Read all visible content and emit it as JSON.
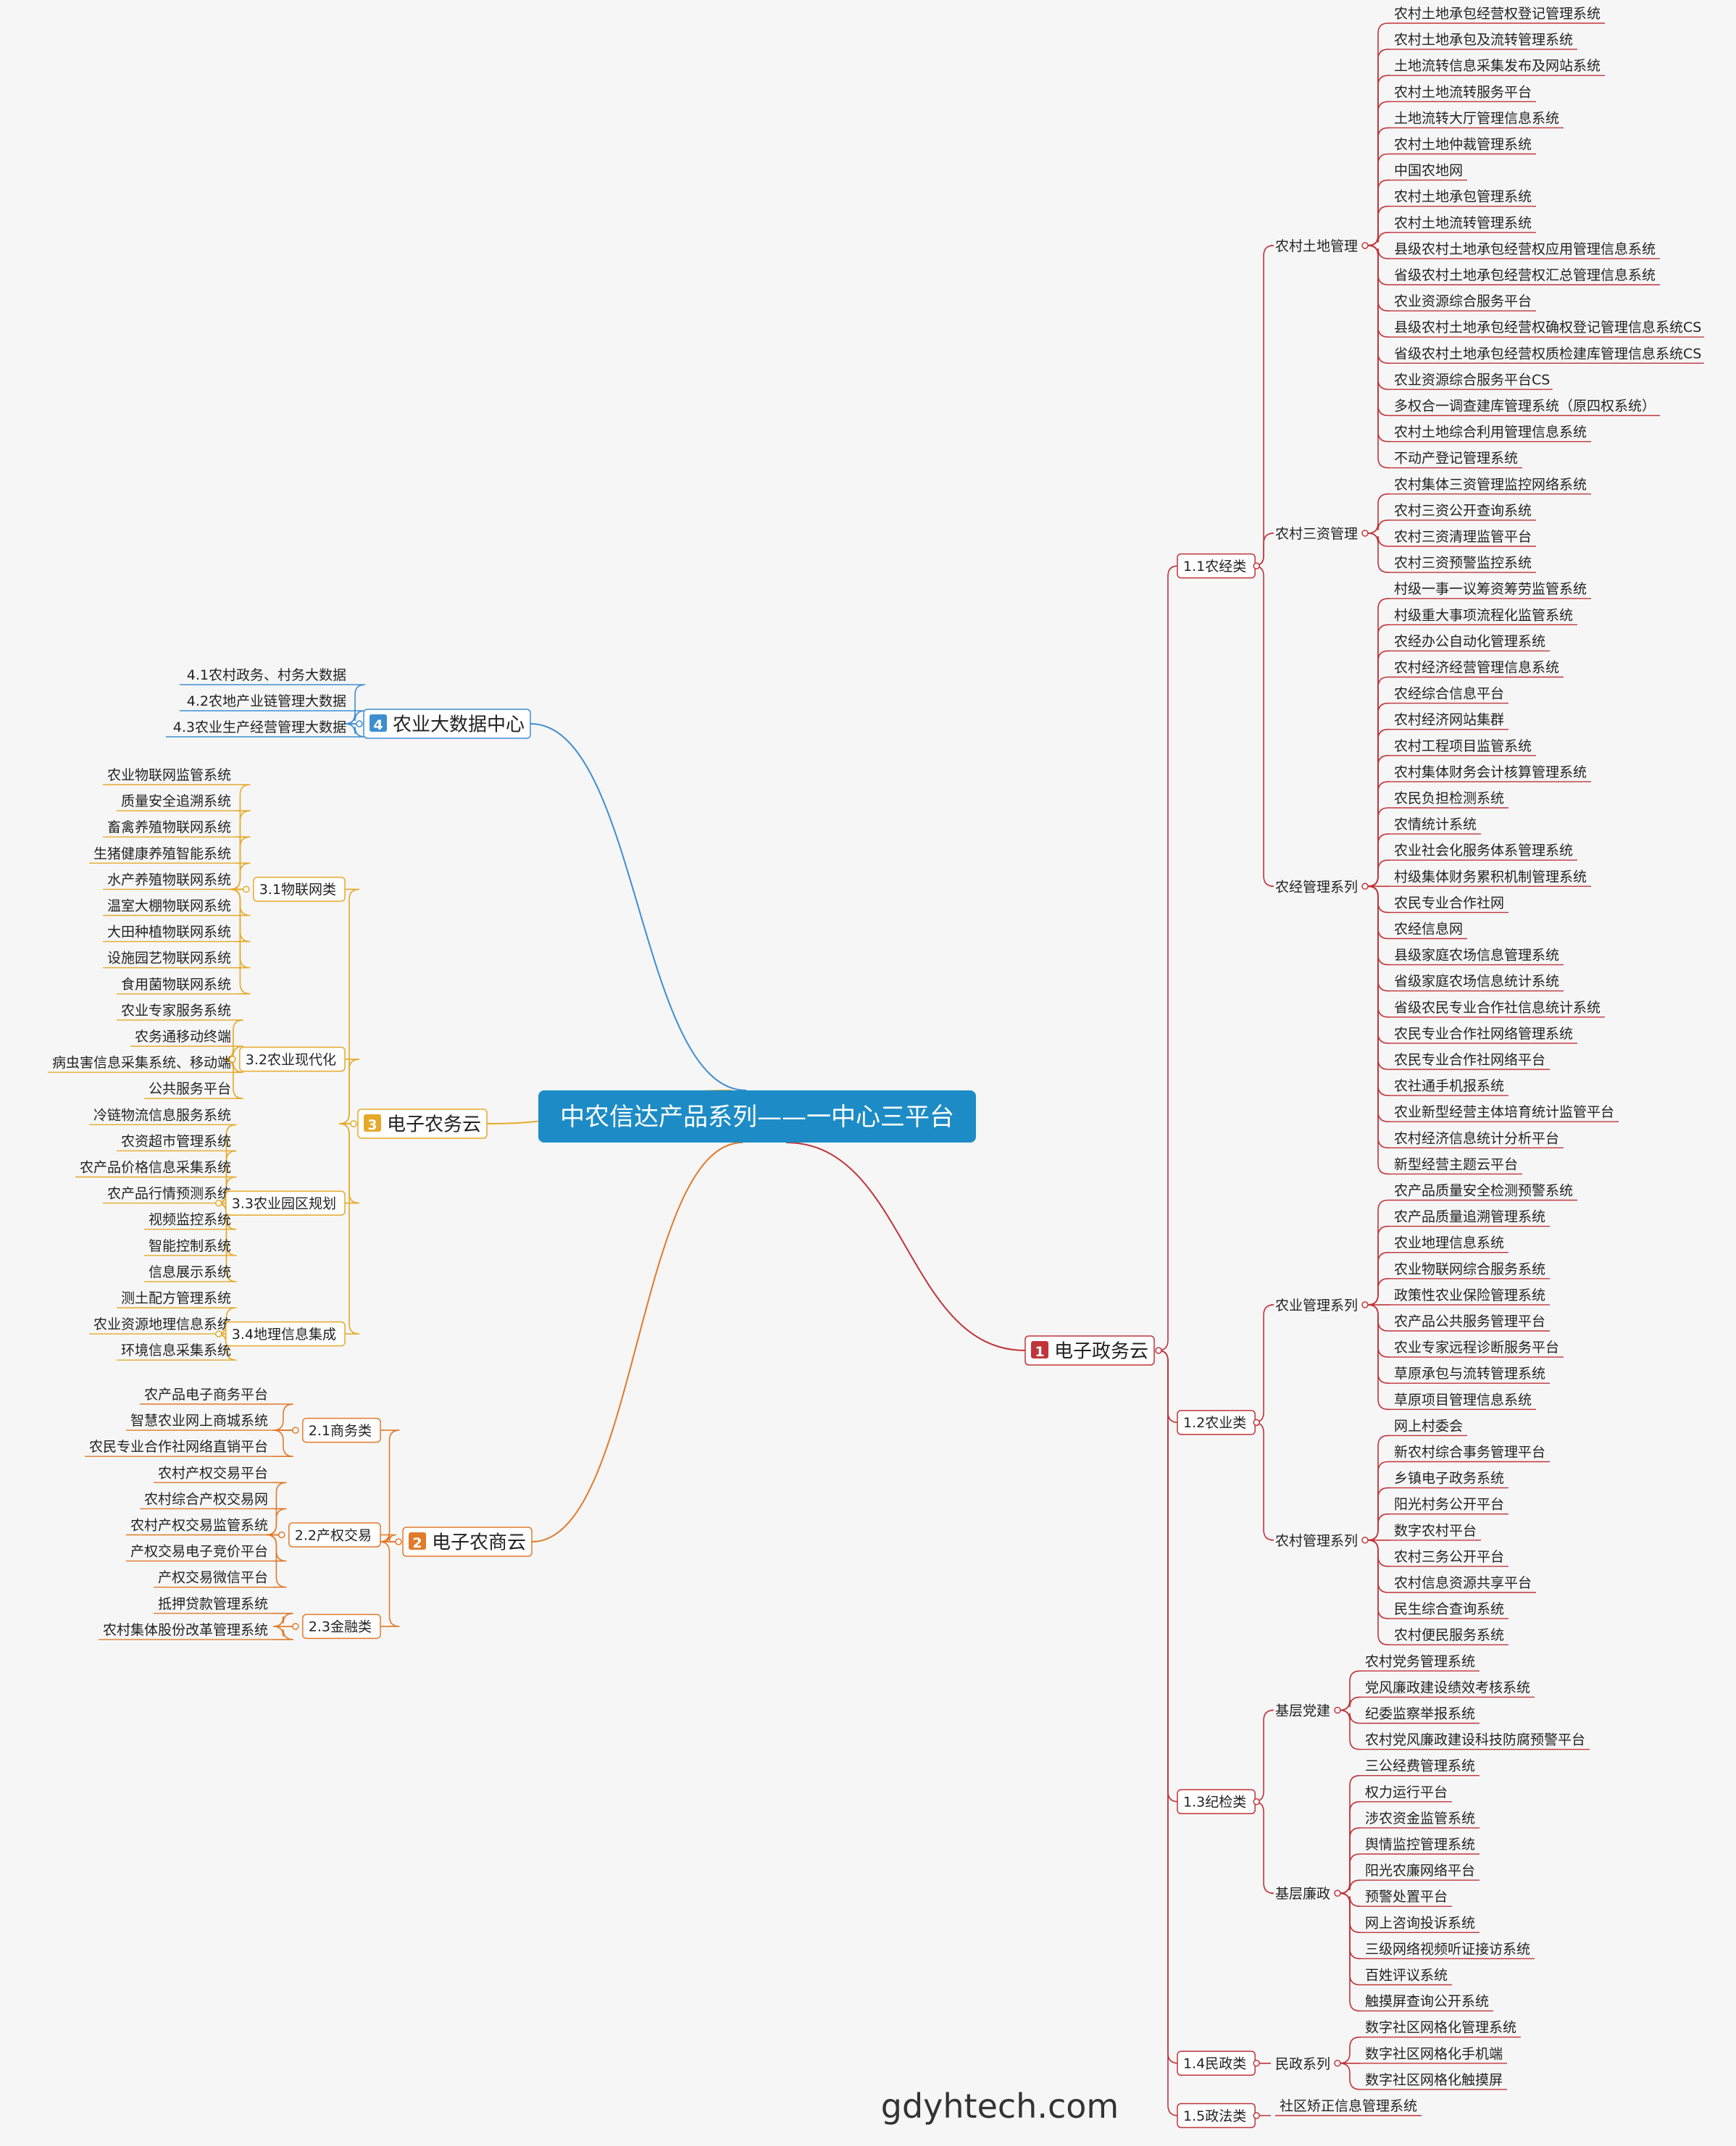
{
  "root": {
    "label": "中农信达产品系列——一中心三平台",
    "color": "#1d8cc6"
  },
  "watermark": "gdyhtech.com",
  "branches": [
    {
      "num": "1",
      "label": "电子政务云",
      "color": "#c0343a",
      "subs": [
        {
          "label": "1.1农经类",
          "groups": [
            {
              "label": "农村土地管理",
              "items": [
                "农村土地承包经营权登记管理系统",
                "农村土地承包及流转管理系统",
                "土地流转信息采集发布及网站系统",
                "农村土地流转服务平台",
                "土地流转大厅管理信息系统",
                "农村土地仲裁管理系统",
                "中国农地网",
                "农村土地承包管理系统",
                "农村土地流转管理系统",
                "县级农村土地承包经营权应用管理信息系统",
                "省级农村土地承包经营权汇总管理信息系统",
                "农业资源综合服务平台",
                "县级农村土地承包经营权确权登记管理信息系统CS",
                "省级农村土地承包经营权质检建库管理信息系统CS",
                "农业资源综合服务平台CS",
                "多权合一调查建库管理系统（原四权系统）",
                "农村土地综合利用管理信息系统",
                "不动产登记管理系统"
              ]
            },
            {
              "label": "农村三资管理",
              "items": [
                "农村集体三资管理监控网络系统",
                "农村三资公开查询系统",
                "农村三资清理监管平台",
                "农村三资预警监控系统"
              ]
            },
            {
              "label": "农经管理系列",
              "items": [
                "村级一事一议筹资筹劳监管系统",
                "村级重大事项流程化监管系统",
                "农经办公自动化管理系统",
                "农村经济经营管理信息系统",
                "农经综合信息平台",
                "农村经济网站集群",
                "农村工程项目监管系统",
                "农村集体财务会计核算管理系统",
                "农民负担检测系统",
                "农情统计系统",
                "农业社会化服务体系管理系统",
                "村级集体财务累积机制管理系统",
                "农民专业合作社网",
                "农经信息网",
                "县级家庭农场信息管理系统",
                "省级家庭农场信息统计系统",
                "省级农民专业合作社信息统计系统",
                "农民专业合作社网络管理系统",
                "农民专业合作社网络平台",
                "农社通手机报系统",
                "农业新型经营主体培育统计监管平台",
                "农村经济信息统计分析平台",
                "新型经营主题云平台"
              ]
            }
          ]
        },
        {
          "label": "1.2农业类",
          "groups": [
            {
              "label": "农业管理系列",
              "items": [
                "农产品质量安全检测预警系统",
                "农产品质量追溯管理系统",
                "农业地理信息系统",
                "农业物联网综合服务系统",
                "政策性农业保险管理系统",
                "农产品公共服务管理平台",
                "农业专家远程诊断服务平台",
                "草原承包与流转管理系统",
                "草原项目管理信息系统"
              ]
            },
            {
              "label": "农村管理系列",
              "items": [
                "网上村委会",
                "新农村综合事务管理平台",
                "乡镇电子政务系统",
                "阳光村务公开平台",
                "数字农村平台",
                "农村三务公开平台",
                "农村信息资源共享平台",
                "民生综合查询系统",
                "农村便民服务系统"
              ]
            }
          ]
        },
        {
          "label": "1.3纪检类",
          "groups": [
            {
              "label": "基层党建",
              "items": [
                "农村党务管理系统",
                "党风廉政建设绩效考核系统",
                "纪委监察举报系统",
                "农村党风廉政建设科技防腐预警平台"
              ]
            },
            {
              "label": "基层廉政",
              "items": [
                "三公经费管理系统",
                "权力运行平台",
                "涉农资金监管系统",
                "舆情监控管理系统",
                "阳光农廉网络平台",
                "预警处置平台",
                "网上咨询投诉系统",
                "三级网络视频听证接访系统",
                "百姓评议系统",
                "触摸屏查询公开系统"
              ]
            }
          ]
        },
        {
          "label": "1.4民政类",
          "groups": [
            {
              "label": "民政系列",
              "items": [
                "数字社区网格化管理系统",
                "数字社区网格化手机端",
                "数字社区网格化触摸屏"
              ]
            }
          ]
        },
        {
          "label": "1.5政法类",
          "groups": [
            {
              "label": "社区矫正信息管理系统",
              "items": []
            }
          ]
        }
      ]
    },
    {
      "num": "2",
      "label": "电子农商云",
      "color": "#e07b2a",
      "subs": [
        {
          "label": "2.1商务类",
          "items": [
            "农产品电子商务平台",
            "智慧农业网上商城系统",
            "农民专业合作社网络直销平台"
          ]
        },
        {
          "label": "2.2产权交易",
          "items": [
            "农村产权交易平台",
            "农村综合产权交易网",
            "农村产权交易监管系统",
            "产权交易电子竞价平台",
            "产权交易微信平台"
          ]
        },
        {
          "label": "2.3金融类",
          "items": [
            "抵押贷款管理系统",
            "农村集体股份改革管理系统"
          ]
        }
      ]
    },
    {
      "num": "3",
      "label": "电子农务云",
      "color": "#e5a92a",
      "subs": [
        {
          "label": "3.1物联网类",
          "items": [
            "农业物联网监管系统",
            "质量安全追溯系统",
            "畜禽养殖物联网系统",
            "生猪健康养殖智能系统",
            "水产养殖物联网系统",
            "温室大棚物联网系统",
            "大田种植物联网系统",
            "设施园艺物联网系统",
            "食用菌物联网系统"
          ]
        },
        {
          "label": "3.2农业现代化",
          "items": [
            "农业专家服务系统",
            "农务通移动终端",
            "病虫害信息采集系统、移动端",
            "公共服务平台"
          ]
        },
        {
          "label": "3.3农业园区规划",
          "items": [
            "冷链物流信息服务系统",
            "农资超市管理系统",
            "农产品价格信息采集系统",
            "农产品行情预测系统",
            "视频监控系统",
            "智能控制系统",
            "信息展示系统"
          ]
        },
        {
          "label": "3.4地理信息集成",
          "items": [
            "测土配方管理系统",
            "农业资源地理信息系统",
            "环境信息采集系统"
          ]
        }
      ]
    },
    {
      "num": "4",
      "label": "农业大数据中心",
      "color": "#3e8ed0",
      "subs": [
        {
          "label": "4.1农村政务、村务大数据",
          "items": []
        },
        {
          "label": "4.2农地产业链管理大数据",
          "items": []
        },
        {
          "label": "4.3农业生产经营管理大数据",
          "items": []
        }
      ]
    }
  ]
}
